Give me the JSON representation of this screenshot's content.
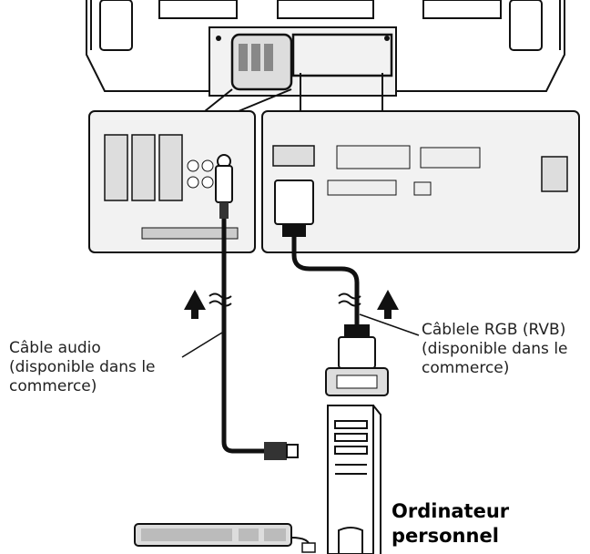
{
  "labels": {
    "audio_cable": "Câble audio\n(disponible dans le\ncommerce)",
    "rgb_cable": "Câblele RGB (RVB)\n(disponible dans le\ncommerce)",
    "computer": "Ordinateur\npersonnel"
  },
  "colors": {
    "line": "#111111",
    "panel_fill": "#f2f2f2",
    "background": "#ffffff"
  }
}
